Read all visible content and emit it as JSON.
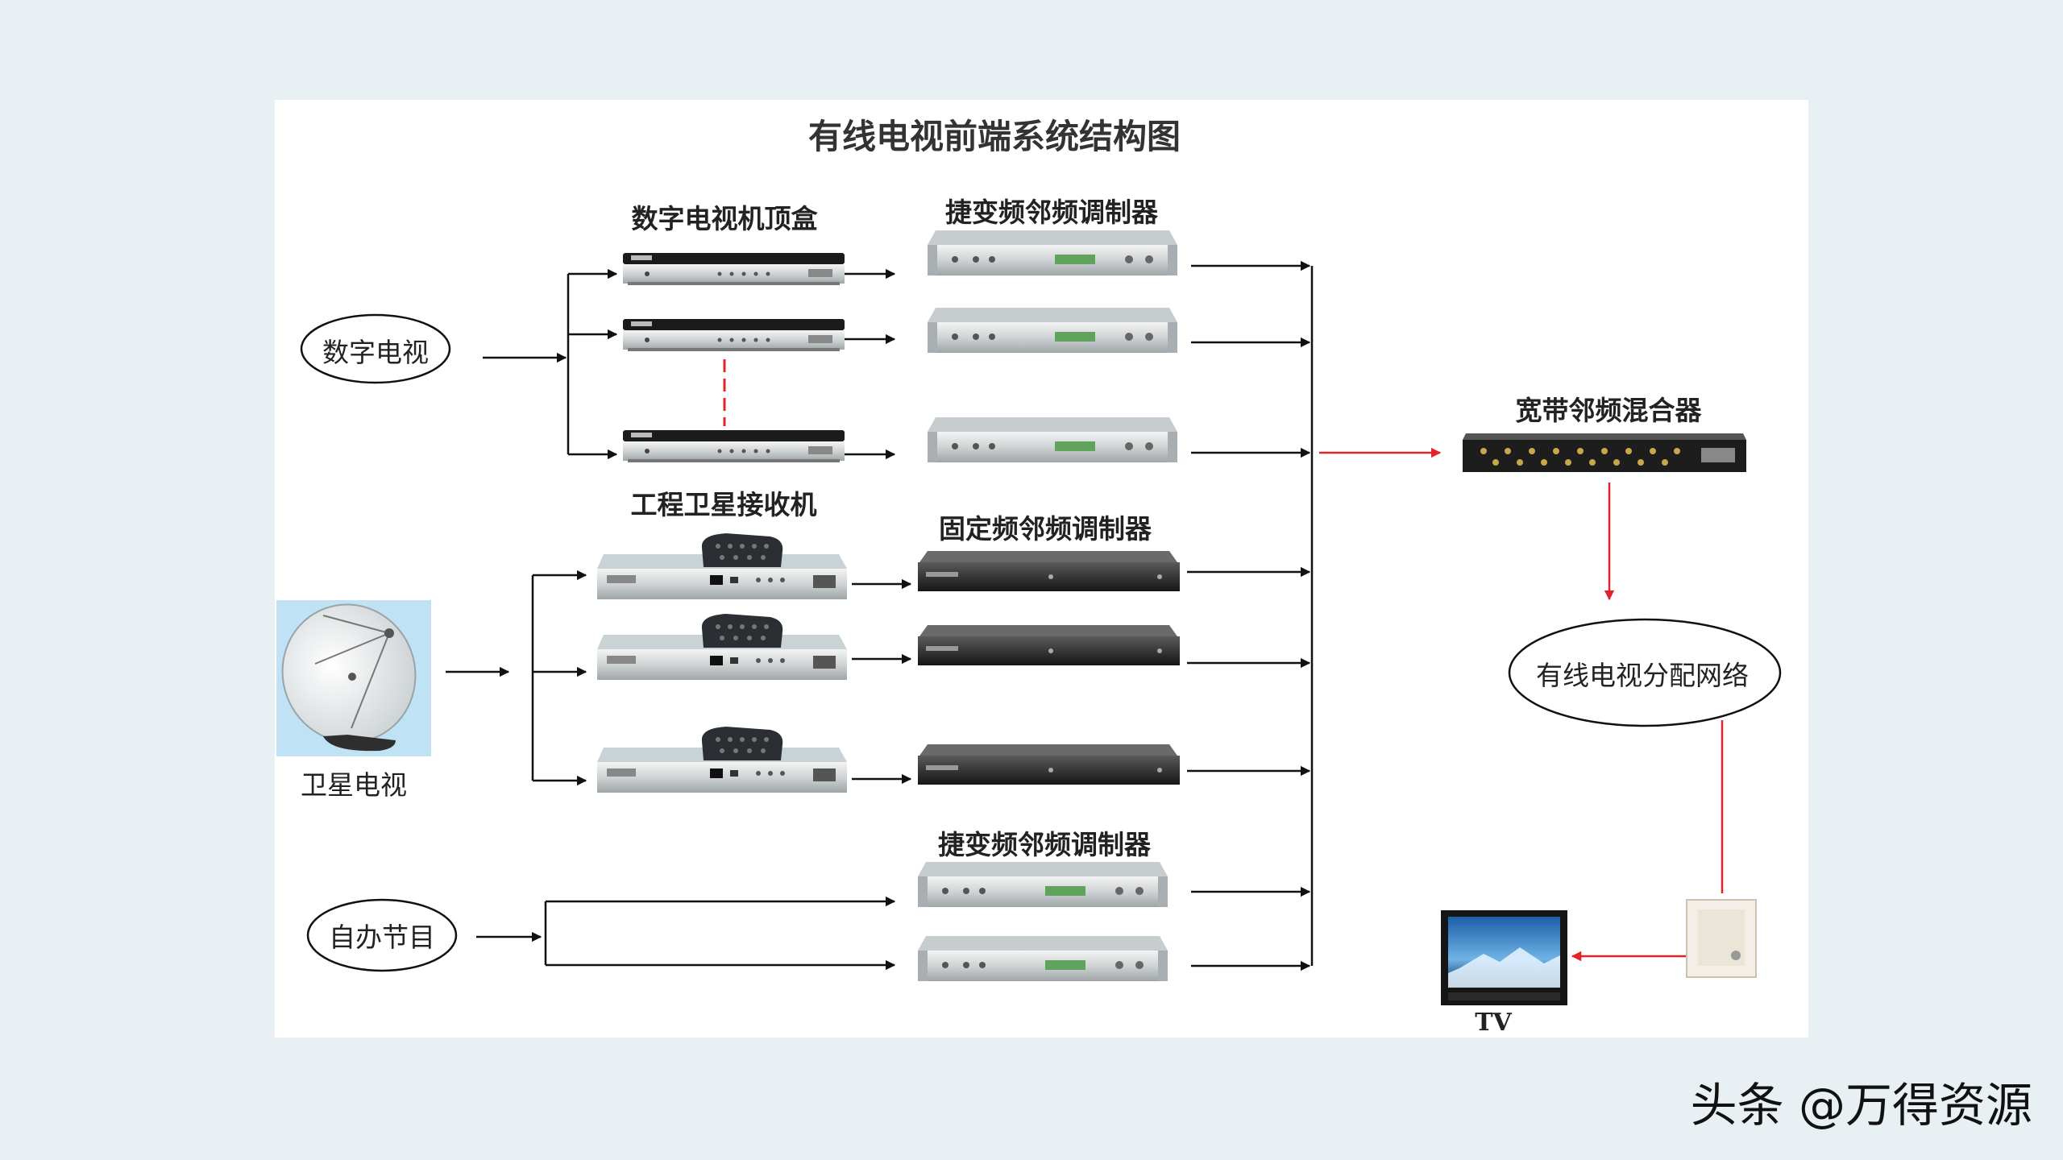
{
  "title": "有线电视前端系统结构图",
  "sources": {
    "digital_tv": "数字电视",
    "satellite_tv": "卫星电视",
    "self_programs": "自办节目"
  },
  "equipment_labels": {
    "stb": "数字电视机顶盒",
    "agile_modulator_top": "捷变频邻频调制器",
    "sat_receiver": "工程卫星接收机",
    "fixed_modulator": "固定频邻频调制器",
    "agile_modulator_bottom": "捷变频邻频调制器",
    "mixer": "宽带邻频混合器",
    "network": "有线电视分配网络",
    "tv": "TV"
  },
  "watermark": "头条 @万得资源",
  "colors": {
    "page_bg": "#e8f0f3",
    "panel_bg": "#ffffff",
    "line": "#111111",
    "accent_red": "#e0242a",
    "sky_blue": "#bfe3f5"
  },
  "icons": {
    "satellite_dish": "satellite-dish-icon",
    "set_top_box": "set-top-box-icon",
    "modulator": "modulator-icon",
    "receiver": "satellite-receiver-icon",
    "mixer": "mixer-icon",
    "wall_outlet": "wall-outlet-icon",
    "television": "television-icon"
  }
}
